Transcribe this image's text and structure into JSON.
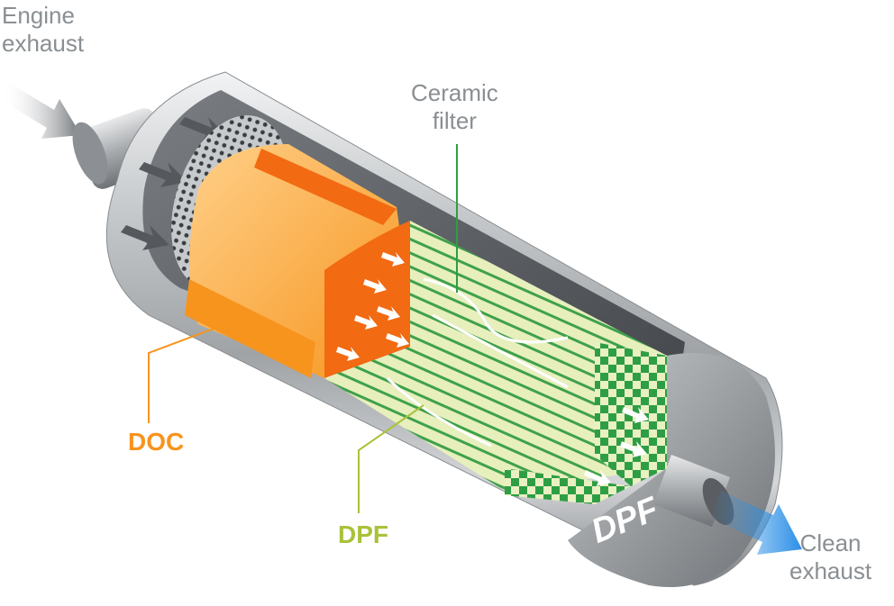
{
  "labels": {
    "engine_exhaust": "Engine\nexhaust",
    "ceramic_filter": "Ceramic\nfilter",
    "clean_exhaust": "Clean\nexhaust",
    "doc": "DOC",
    "dpf": "DPF",
    "dpf_endcap": "DPF"
  },
  "colors": {
    "doc_orange": "#f7941d",
    "dpf_green": "#a8c23a",
    "ceramic_green": "#2e9e45",
    "label_gray": "#8a8f93",
    "clean_blue": "#2b8fe6"
  }
}
